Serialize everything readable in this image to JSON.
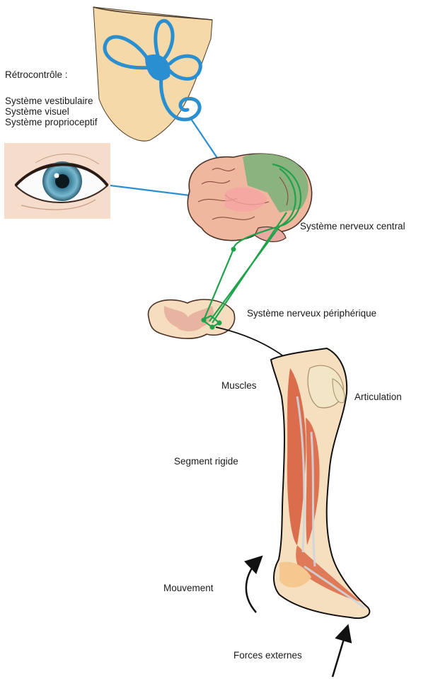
{
  "feedback": {
    "title": "Rétrocontrôle :",
    "items": [
      "Système vestibulaire",
      "Système visuel",
      "Système proprioceptif"
    ]
  },
  "labels": {
    "cns": "Système nerveux central",
    "pns": "Système nerveux périphérique",
    "muscles": "Muscles",
    "joint": "Articulation",
    "segment": "Segment rigide",
    "movement": "Mouvement",
    "forces": "Forces externes"
  },
  "colors": {
    "nerve_green": "#1fa34a",
    "feedback_blue": "#2a8fd0",
    "skin": "#f6d9a8",
    "brain": "#f2b8a6",
    "muscle": "#d9603f",
    "arrow": "#111111"
  },
  "icons": [
    "inner-ear-icon",
    "eye-icon",
    "brain-icon",
    "spinal-cord-section-icon",
    "leg-anatomy-icon"
  ]
}
